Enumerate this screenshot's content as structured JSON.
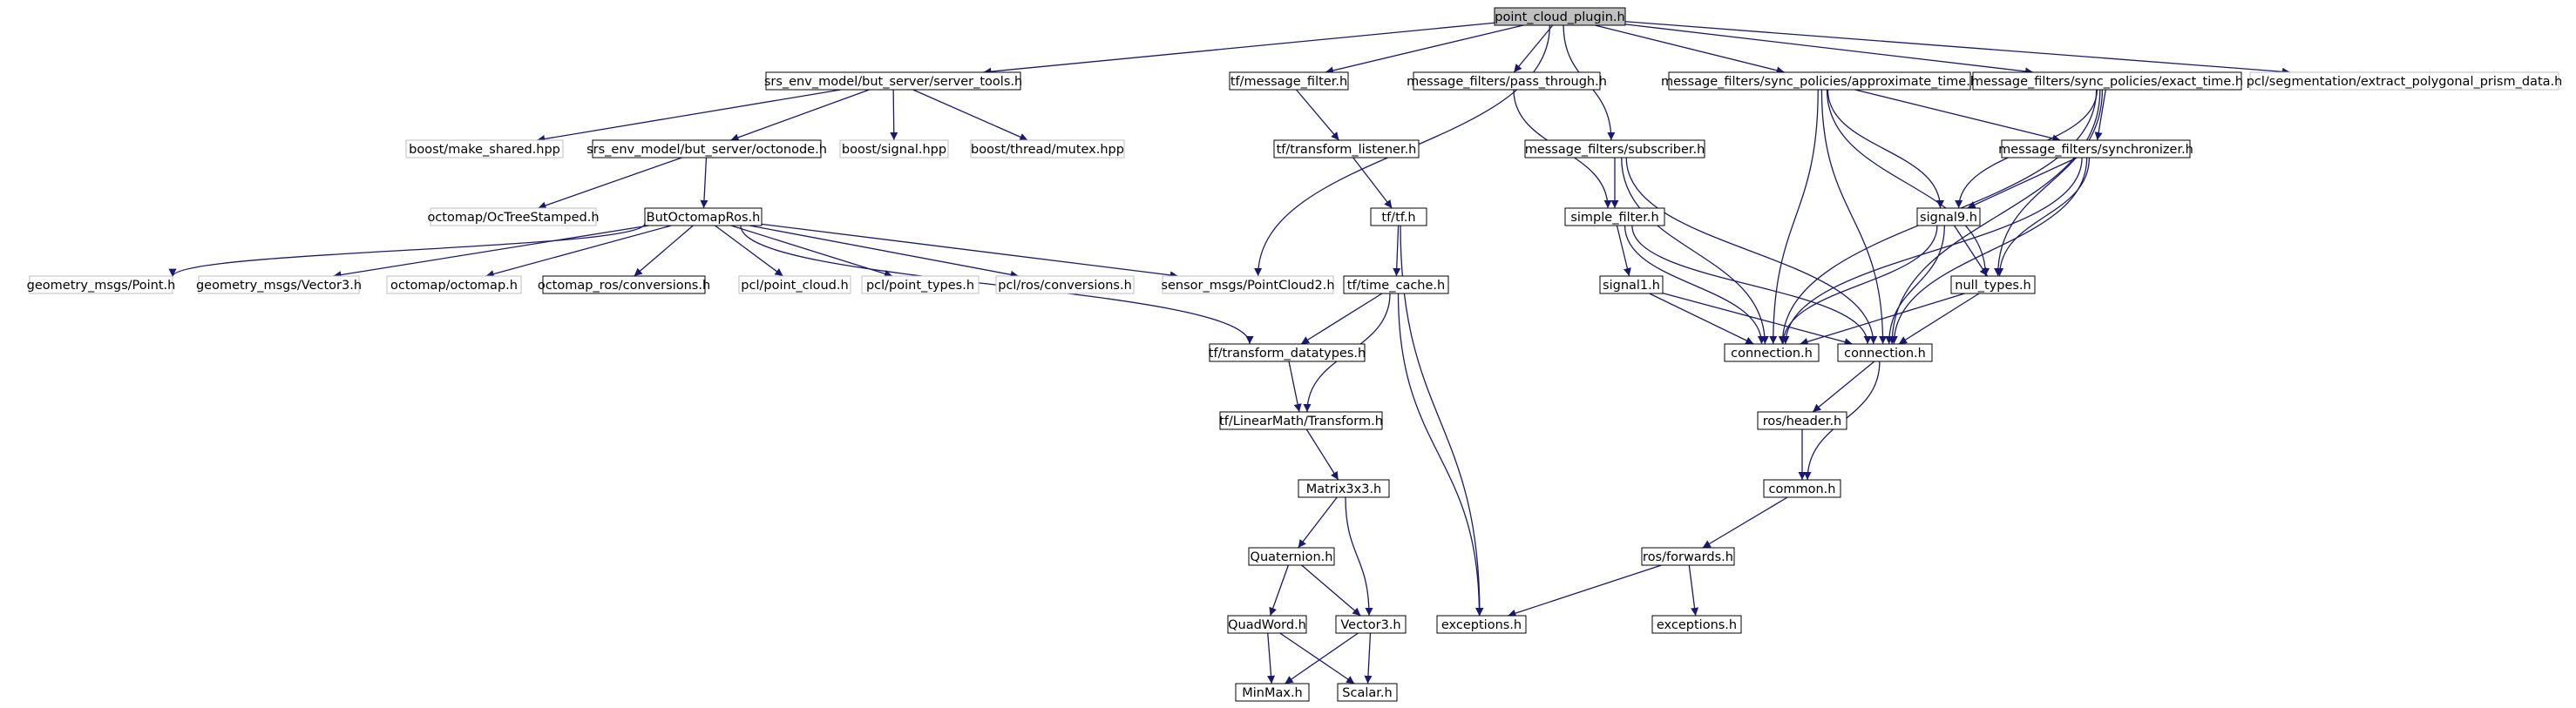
{
  "graph": {
    "colors": {
      "edge": "#191970",
      "box_solid": "#000000",
      "box_missing": "#bfbfbf",
      "root_fill": "#bfbfbf",
      "text": "#000000"
    },
    "nodes": [
      {
        "id": "root",
        "label": "point_cloud_plugin.h",
        "style": "root"
      },
      {
        "id": "srvtools",
        "label": "srs_env_model/but_server/server_tools.h",
        "style": "solid"
      },
      {
        "id": "tfmf",
        "label": "tf/message_filter.h",
        "style": "solid"
      },
      {
        "id": "mfpass",
        "label": "message_filters/pass_through.h",
        "style": "solid"
      },
      {
        "id": "mfapprox",
        "label": "message_filters/sync_policies/approximate_time.h",
        "style": "solid"
      },
      {
        "id": "mfexact",
        "label": "message_filters/sync_policies/exact_time.h",
        "style": "solid"
      },
      {
        "id": "pclseg",
        "label": "pcl/segmentation/extract_polygonal_prism_data.h",
        "style": "missing"
      },
      {
        "id": "bmake",
        "label": "boost/make_shared.hpp",
        "style": "missing"
      },
      {
        "id": "octonode",
        "label": "srs_env_model/but_server/octonode.h",
        "style": "solid"
      },
      {
        "id": "bsignal",
        "label": "boost/signal.hpp",
        "style": "missing"
      },
      {
        "id": "bmutex",
        "label": "boost/thread/mutex.hpp",
        "style": "missing"
      },
      {
        "id": "tflist",
        "label": "tf/transform_listener.h",
        "style": "solid"
      },
      {
        "id": "mfsub",
        "label": "message_filters/subscriber.h",
        "style": "solid"
      },
      {
        "id": "mfsync",
        "label": "message_filters/synchronizer.h",
        "style": "solid"
      },
      {
        "id": "octstamped",
        "label": "octomap/OcTreeStamped.h",
        "style": "missing"
      },
      {
        "id": "butocto",
        "label": "ButOctomapRos.h",
        "style": "solid"
      },
      {
        "id": "tftf",
        "label": "tf/tf.h",
        "style": "solid"
      },
      {
        "id": "simple",
        "label": "simple_filter.h",
        "style": "solid"
      },
      {
        "id": "signal9",
        "label": "signal9.h",
        "style": "solid"
      },
      {
        "id": "gpoint",
        "label": "geometry_msgs/Point.h",
        "style": "missing"
      },
      {
        "id": "gvec",
        "label": "geometry_msgs/Vector3.h",
        "style": "missing"
      },
      {
        "id": "octomap",
        "label": "octomap/octomap.h",
        "style": "missing"
      },
      {
        "id": "octconv",
        "label": "octomap_ros/conversions.h",
        "style": "solid"
      },
      {
        "id": "pclpc",
        "label": "pcl/point_cloud.h",
        "style": "missing"
      },
      {
        "id": "pclpt",
        "label": "pcl/point_types.h",
        "style": "missing"
      },
      {
        "id": "pclros",
        "label": "pcl/ros/conversions.h",
        "style": "missing"
      },
      {
        "id": "senspc",
        "label": "sensor_msgs/PointCloud2.h",
        "style": "missing"
      },
      {
        "id": "tfcache",
        "label": "tf/time_cache.h",
        "style": "solid"
      },
      {
        "id": "signal1",
        "label": "signal1.h",
        "style": "solid"
      },
      {
        "id": "nulltypes",
        "label": "null_types.h",
        "style": "solid"
      },
      {
        "id": "tfdt",
        "label": "tf/transform_datatypes.h",
        "style": "solid"
      },
      {
        "id": "conn1",
        "label": "connection.h",
        "style": "solid"
      },
      {
        "id": "conn2",
        "label": "connection.h",
        "style": "solid"
      },
      {
        "id": "tflm",
        "label": "tf/LinearMath/Transform.h",
        "style": "solid"
      },
      {
        "id": "rosheader",
        "label": "ros/header.h",
        "style": "solid"
      },
      {
        "id": "matrix",
        "label": "Matrix3x3.h",
        "style": "solid"
      },
      {
        "id": "common",
        "label": "common.h",
        "style": "solid"
      },
      {
        "id": "quat",
        "label": "Quaternion.h",
        "style": "solid"
      },
      {
        "id": "rosfwd",
        "label": "ros/forwards.h",
        "style": "solid"
      },
      {
        "id": "quadword",
        "label": "QuadWord.h",
        "style": "solid"
      },
      {
        "id": "vector3",
        "label": "Vector3.h",
        "style": "solid"
      },
      {
        "id": "exc1",
        "label": "exceptions.h",
        "style": "solid"
      },
      {
        "id": "exc2",
        "label": "exceptions.h",
        "style": "solid"
      },
      {
        "id": "minmax",
        "label": "MinMax.h",
        "style": "solid"
      },
      {
        "id": "scalar",
        "label": "Scalar.h",
        "style": "solid"
      }
    ],
    "edges": [
      [
        "root",
        "srvtools"
      ],
      [
        "root",
        "tfmf"
      ],
      [
        "root",
        "mfpass"
      ],
      [
        "root",
        "senspc"
      ],
      [
        "root",
        "mfsub"
      ],
      [
        "root",
        "mfapprox"
      ],
      [
        "root",
        "mfexact"
      ],
      [
        "root",
        "pclseg"
      ],
      [
        "srvtools",
        "bmake"
      ],
      [
        "srvtools",
        "octonode"
      ],
      [
        "srvtools",
        "bsignal"
      ],
      [
        "srvtools",
        "bmutex"
      ],
      [
        "octonode",
        "octstamped"
      ],
      [
        "octonode",
        "butocto"
      ],
      [
        "butocto",
        "gpoint"
      ],
      [
        "butocto",
        "gvec"
      ],
      [
        "butocto",
        "octomap"
      ],
      [
        "butocto",
        "octconv"
      ],
      [
        "butocto",
        "pclpc"
      ],
      [
        "butocto",
        "pclpt"
      ],
      [
        "butocto",
        "pclros"
      ],
      [
        "butocto",
        "senspc"
      ],
      [
        "butocto",
        "tfdt"
      ],
      [
        "tfmf",
        "tflist"
      ],
      [
        "tflist",
        "tftf"
      ],
      [
        "tftf",
        "tfcache"
      ],
      [
        "tftf",
        "exc1"
      ],
      [
        "tfcache",
        "tfdt"
      ],
      [
        "tfcache",
        "tflm"
      ],
      [
        "tfcache",
        "exc1"
      ],
      [
        "tfdt",
        "tflm"
      ],
      [
        "tflm",
        "matrix"
      ],
      [
        "matrix",
        "quat"
      ],
      [
        "matrix",
        "vector3"
      ],
      [
        "quat",
        "quadword"
      ],
      [
        "quat",
        "vector3"
      ],
      [
        "quadword",
        "minmax"
      ],
      [
        "quadword",
        "scalar"
      ],
      [
        "vector3",
        "minmax"
      ],
      [
        "vector3",
        "scalar"
      ],
      [
        "mfpass",
        "simple"
      ],
      [
        "mfsub",
        "simple"
      ],
      [
        "mfsub",
        "conn1"
      ],
      [
        "mfsub",
        "conn2"
      ],
      [
        "simple",
        "signal1"
      ],
      [
        "simple",
        "conn1"
      ],
      [
        "simple",
        "conn2"
      ],
      [
        "signal1",
        "conn1"
      ],
      [
        "signal1",
        "conn2"
      ],
      [
        "mfapprox",
        "mfsync"
      ],
      [
        "mfapprox",
        "signal9"
      ],
      [
        "mfapprox",
        "nulltypes"
      ],
      [
        "mfapprox",
        "conn1"
      ],
      [
        "mfapprox",
        "conn2"
      ],
      [
        "mfexact",
        "mfsync"
      ],
      [
        "mfexact",
        "signal9"
      ],
      [
        "mfexact",
        "nulltypes"
      ],
      [
        "mfexact",
        "conn1"
      ],
      [
        "mfexact",
        "conn2"
      ],
      [
        "mfsync",
        "signal9"
      ],
      [
        "mfsync",
        "nulltypes"
      ],
      [
        "mfsync",
        "conn1"
      ],
      [
        "mfsync",
        "conn2"
      ],
      [
        "signal9",
        "nulltypes"
      ],
      [
        "signal9",
        "conn1"
      ],
      [
        "signal9",
        "conn2"
      ],
      [
        "nulltypes",
        "conn1"
      ],
      [
        "nulltypes",
        "conn2"
      ],
      [
        "conn2",
        "rosheader"
      ],
      [
        "conn2",
        "common"
      ],
      [
        "rosheader",
        "common"
      ],
      [
        "common",
        "rosfwd"
      ],
      [
        "rosfwd",
        "exc1"
      ],
      [
        "rosfwd",
        "exc2"
      ]
    ]
  }
}
